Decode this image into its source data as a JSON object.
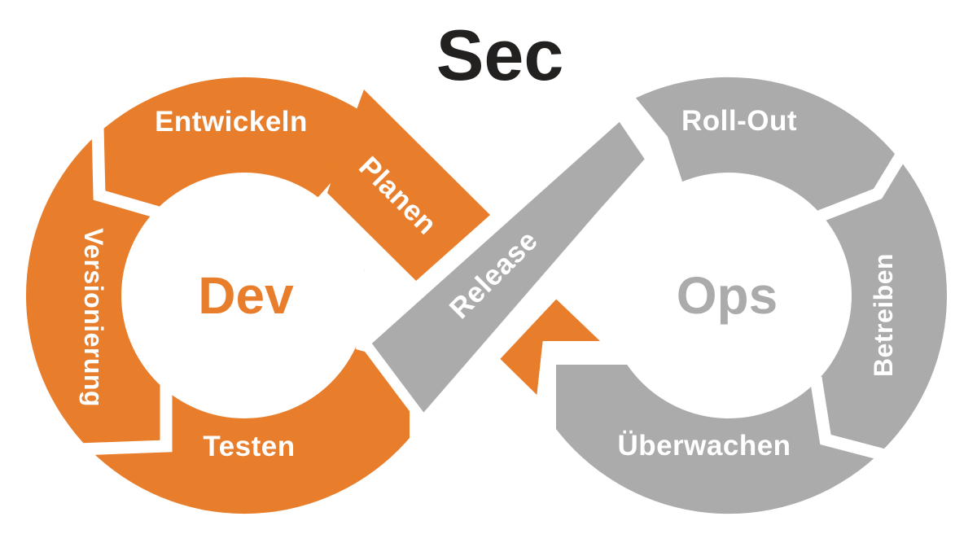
{
  "title": {
    "text": "Sec"
  },
  "colors": {
    "orange": "#E87E2B",
    "gray": "#ABABAB",
    "title_color": "#232020",
    "label_color": "#FFFFFF"
  },
  "left_loop": {
    "center": "Dev",
    "segments": [
      {
        "label": "Entwickeln",
        "position": "top"
      },
      {
        "label": "Versionierung",
        "position": "left"
      },
      {
        "label": "Testen",
        "position": "bottom"
      }
    ],
    "band": {
      "label": "Planen"
    }
  },
  "right_loop": {
    "center": "Ops",
    "segments": [
      {
        "label": "Roll-Out",
        "position": "top"
      },
      {
        "label": "Betreiben",
        "position": "right"
      },
      {
        "label": "Überwachen",
        "position": "bottom"
      }
    ],
    "band": {
      "label": "Release"
    }
  }
}
